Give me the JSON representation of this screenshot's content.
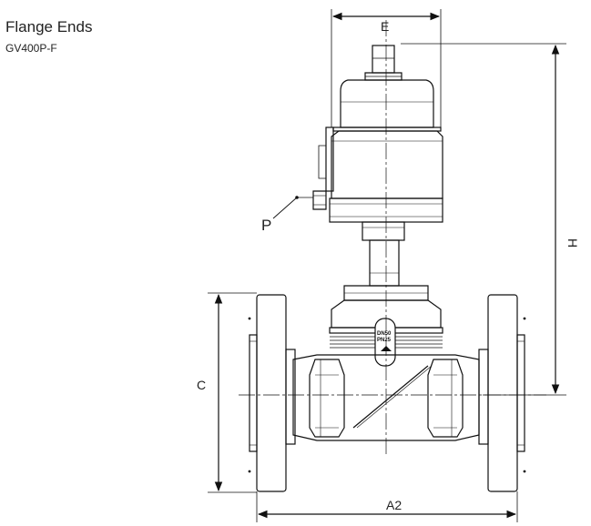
{
  "title": "Flange Ends",
  "subtitle": "GV400P-F",
  "dimensions": {
    "e": "E",
    "h": "H",
    "c": "C",
    "a2": "A2",
    "p": "P"
  },
  "body_marking": {
    "line1": "DN50",
    "line2": "PN25"
  }
}
